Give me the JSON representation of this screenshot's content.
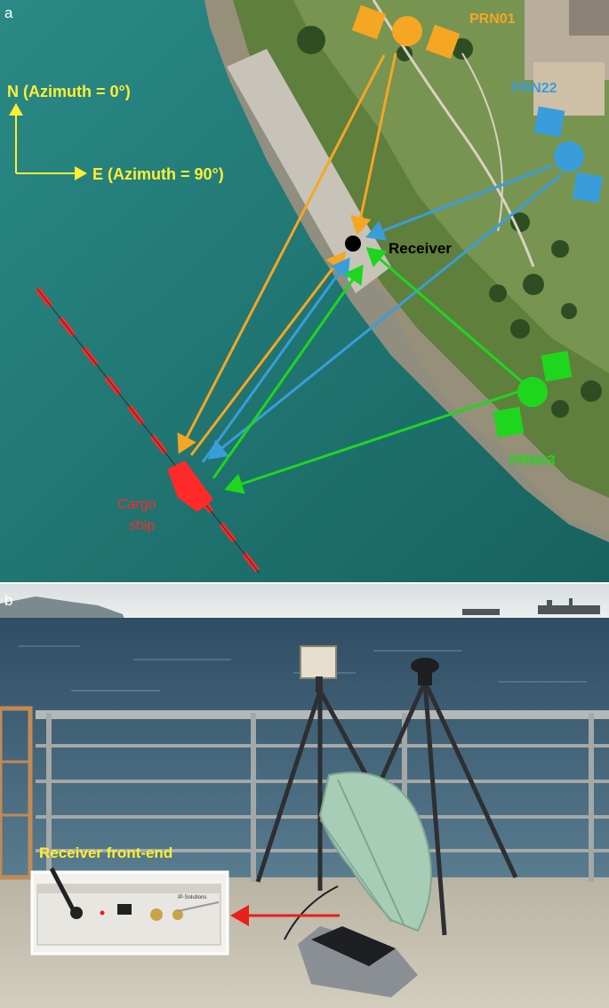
{
  "panel_a": {
    "letter": "a",
    "compass": {
      "north": "N (Azimuth = 0°)",
      "east": "E (Azimuth = 90°)"
    },
    "satellites": [
      {
        "name": "PRN01",
        "color": "#f5a623"
      },
      {
        "name": "PRN22",
        "color": "#3a9ddb"
      },
      {
        "name": "PRN03",
        "color": "#1fd61f"
      }
    ],
    "receiver_label": "Receiver",
    "ship_label_line1": "Cargo",
    "ship_label_line2": "ship",
    "colors": {
      "sea": "#1f7a78",
      "ship": "#ff2a2a",
      "compass": "#ffee33",
      "receiver": "#000000"
    }
  },
  "panel_b": {
    "letter": "b",
    "inset_title": "Receiver front-end",
    "device_text": "IP-Solutions"
  }
}
